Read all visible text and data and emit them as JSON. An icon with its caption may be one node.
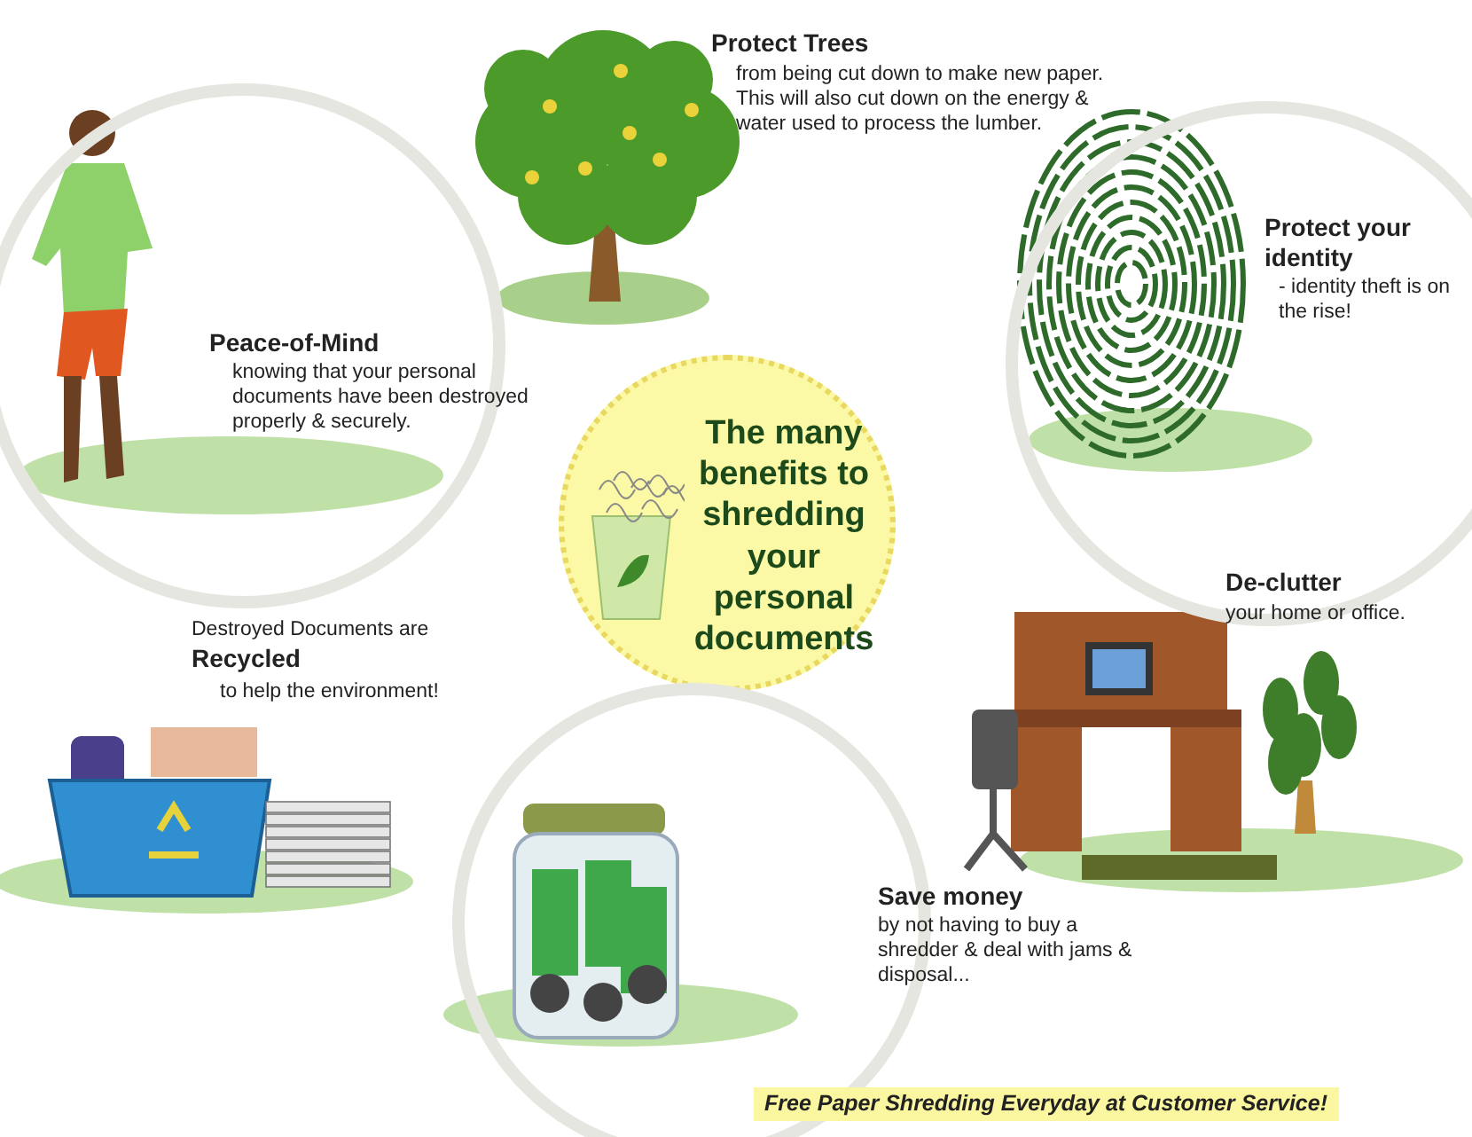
{
  "diagram": {
    "nodes": [
      {
        "text": [
          "The many benefits to shredding your personal documents"
        ]
      },
      {
        "text": [
          "Peace-of-Mind",
          "knowing that your personal documents have been destroyed properly & securely."
        ]
      },
      {
        "text": [
          "Protect your identity",
          "- identity theft is on the rise!"
        ]
      },
      {
        "text": [
          "Save money",
          "by not having to buy a shredder & deal with jams & disposal..."
        ]
      }
    ],
    "edges": [],
    "labels": [
      "Protect Trees",
      "from being cut down to make new paper.  This will also cut down on the energy & water used to process the lumber.",
      "De-clutter",
      "your home or office.",
      "Destroyed Documents are",
      "Recycled",
      "to help the environment!",
      "Free Paper Shredding Everyday at Customer Service!"
    ]
  }
}
